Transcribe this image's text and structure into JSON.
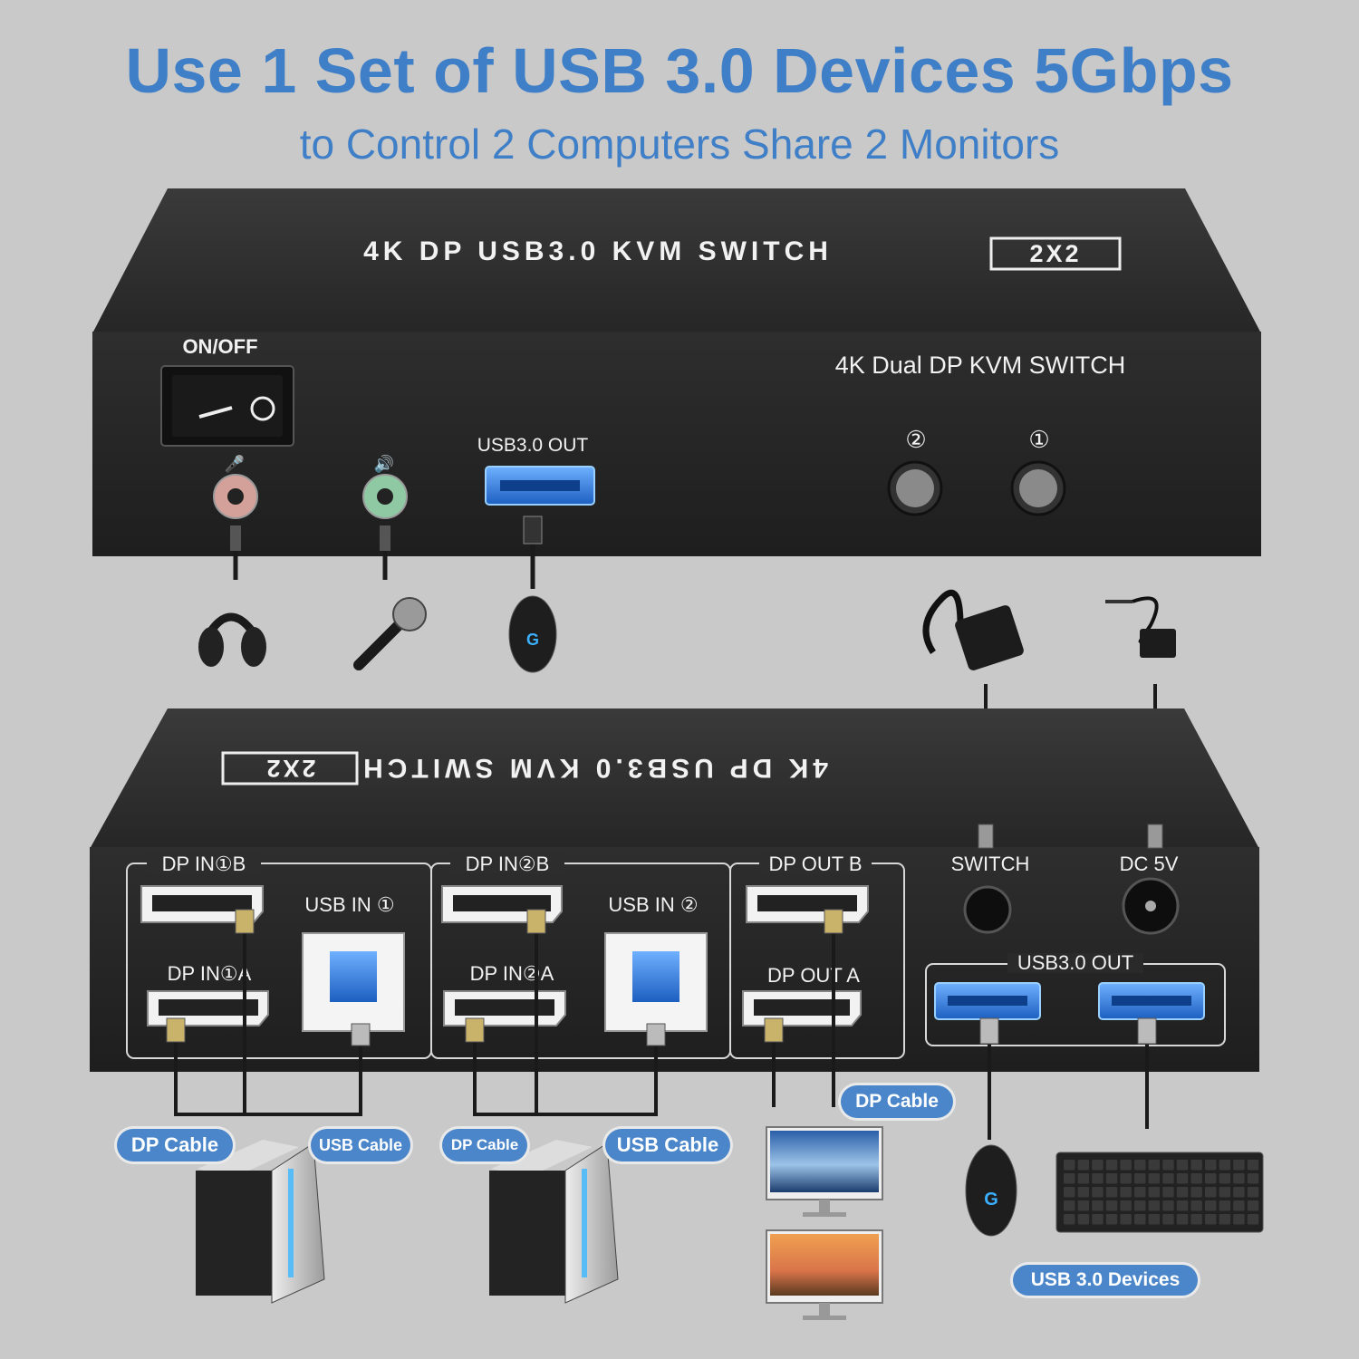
{
  "header": {
    "title": "Use 1 Set of USB 3.0 Devices 5Gbps",
    "subtitle": "to Control 2 Computers Share 2 Monitors"
  },
  "front_panel": {
    "top_label": "4K DP USB3.0 KVM SWITCH",
    "top_badge": "2X2",
    "power_label": "ON/OFF",
    "model_label": "4K Dual DP KVM SWITCH",
    "usb_out_label": "USB3.0 OUT",
    "button_2_label": "②",
    "button_1_label": "①"
  },
  "rear_panel": {
    "top_label": "4K DP USB3.0 KVM SWITCH",
    "top_badge": "2X2",
    "dp_in_1b": "DP IN①B",
    "dp_in_1a": "DP IN①A",
    "usb_in_1": "USB IN ①",
    "dp_in_2b": "DP IN②B",
    "dp_in_2a": "DP IN②A",
    "usb_in_2": "USB IN ②",
    "dp_out_b": "DP OUT B",
    "dp_out_a": "DP OUT A",
    "switch_label": "SWITCH",
    "dc_label": "DC 5V",
    "usb_out_label": "USB3.0 OUT"
  },
  "callouts": {
    "dp_cable_1": "DP Cable",
    "usb_cable_1": "USB Cable",
    "dp_cable_2": "DP Cable",
    "usb_cable_2": "USB Cable",
    "dp_cable_out": "DP Cable",
    "usb_devices": "USB 3.0 Devices"
  },
  "colors": {
    "accent": "#4a86c9",
    "background": "#c9c9c9",
    "device_body": "#2b2b2b"
  }
}
